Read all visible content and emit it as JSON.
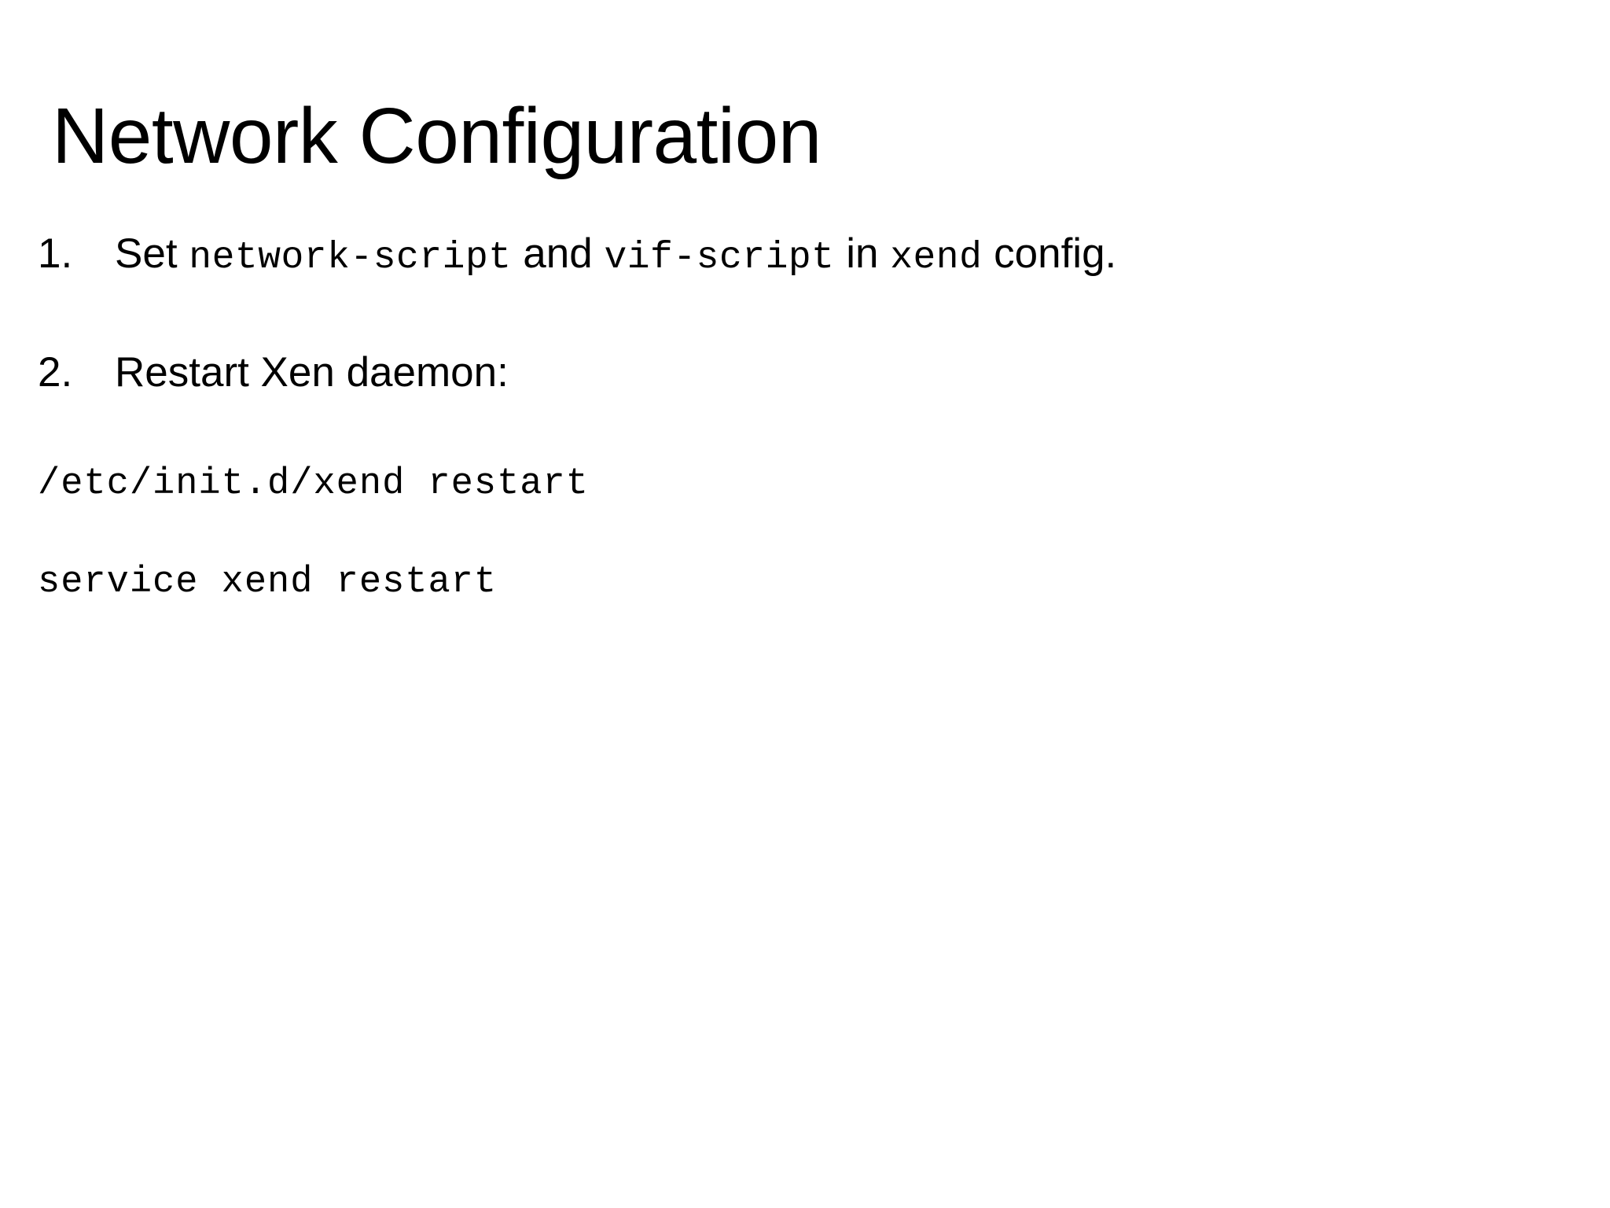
{
  "slide": {
    "title": "Network Configuration",
    "background_color": "#ffffff",
    "text_color": "#000000"
  },
  "steps": [
    {
      "marker": "1.",
      "segments": [
        {
          "kind": "prose",
          "text": "Set "
        },
        {
          "kind": "code",
          "text": "network-script"
        },
        {
          "kind": "prose",
          "text": " and "
        },
        {
          "kind": "code",
          "text": "vif-script"
        },
        {
          "kind": "prose",
          "text": " in "
        },
        {
          "kind": "code",
          "text": "xend"
        },
        {
          "kind": "prose",
          "text": " config."
        }
      ],
      "plain_text": "Set network-script and vif-script in xend config."
    },
    {
      "marker": "2.",
      "segments": [
        {
          "kind": "prose",
          "text": "Restart Xen daemon:"
        }
      ],
      "plain_text": "Restart Xen daemon:"
    }
  ],
  "commands": [
    {
      "text": "/etc/init.d/xend restart"
    },
    {
      "text": "service xend restart"
    }
  ]
}
